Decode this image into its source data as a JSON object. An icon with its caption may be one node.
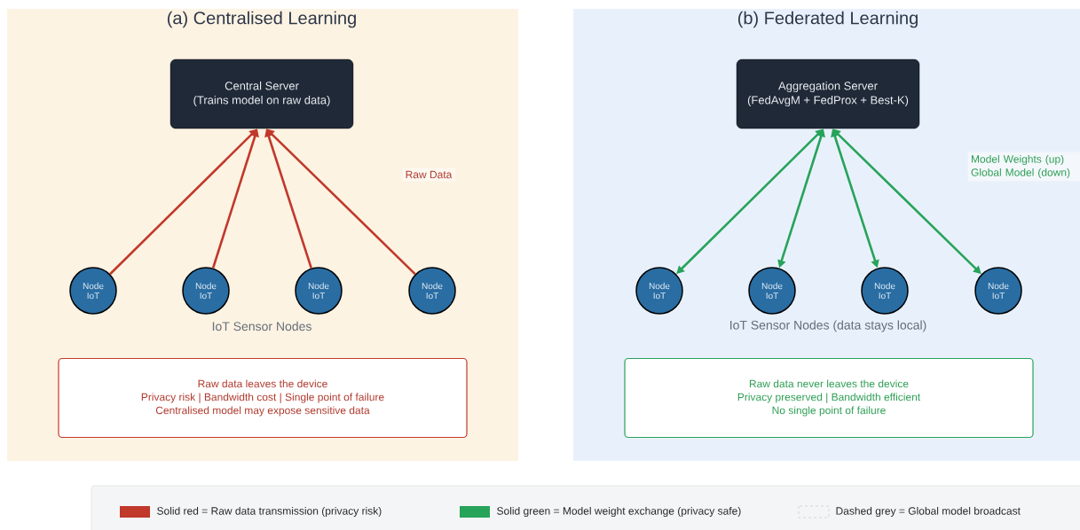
{
  "diagram": {
    "nodes": [
      {
        "text": [
          "(a) Centralised Learning"
        ]
      },
      {
        "text": [
          "Central Server",
          "(Trains model on raw data)"
        ],
        "in": 0
      },
      {
        "text": [
          "Node IoT"
        ],
        "in": 0
      },
      {
        "text": [
          "Node IoT"
        ],
        "in": 0
      },
      {
        "text": [
          "Node IoT"
        ],
        "in": 0
      },
      {
        "text": [
          "Node IoT"
        ],
        "in": 0
      },
      {
        "text": [
          "Raw data leaves the device",
          "Privacy risk | Bandwidth cost | Single point of failure",
          "Centralised model may expose sensitive data"
        ],
        "in": 0
      },
      {
        "text": [
          "(b) Federated Learning"
        ]
      },
      {
        "text": [
          "Aggregation Server",
          "(FedAvgM + FedProx + Best-K)"
        ],
        "in": 7
      },
      {
        "text": [
          "Node IoT"
        ],
        "in": 7
      },
      {
        "text": [
          "Node IoT"
        ],
        "in": 7
      },
      {
        "text": [
          "Node IoT"
        ],
        "in": 7
      },
      {
        "text": [
          "Node IoT"
        ],
        "in": 7
      },
      {
        "text": [
          "Raw data never leaves the device",
          "Privacy preserved | Bandwidth efficient",
          "No single point of failure"
        ],
        "in": 7
      }
    ],
    "edges": [
      {
        "from": 2,
        "to": 1,
        "arrow": "to",
        "color": "#c0392b"
      },
      {
        "from": 3,
        "to": 1,
        "arrow": "to",
        "color": "#c0392b"
      },
      {
        "from": 4,
        "to": 1,
        "arrow": "to",
        "color": "#c0392b"
      },
      {
        "from": 5,
        "to": 1,
        "arrow": "to",
        "color": "#c0392b"
      },
      {
        "from": 9,
        "to": 8,
        "arrow": "both",
        "color": "#27a35a"
      },
      {
        "from": 10,
        "to": 8,
        "arrow": "both",
        "color": "#27a35a"
      },
      {
        "from": 11,
        "to": 8,
        "arrow": "both",
        "color": "#27a35a"
      },
      {
        "from": 12,
        "to": 8,
        "arrow": "both",
        "color": "#27a35a"
      }
    ],
    "labels": [
      "Raw Data",
      "Model Weights (up) Global Model (down)",
      "IoT Sensor Nodes",
      "IoT Sensor Nodes (data stays local)"
    ],
    "legend": [
      {
        "text": "Solid red = Raw data transmission (privacy risk)",
        "color": "#c0392b"
      },
      {
        "text": "Solid green = Model weight exchange (privacy safe)",
        "color": "#27a35a"
      },
      {
        "text": "Dashed grey = Global model broadcast"
      }
    ]
  }
}
